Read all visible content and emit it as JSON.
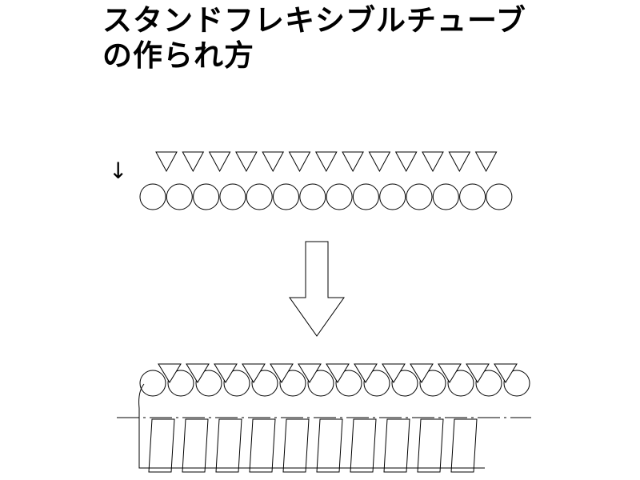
{
  "title": {
    "line1": "スタンドフレキシブルチューブ",
    "line2": "の作られ方"
  },
  "direction_glyph": "↓",
  "icons": {
    "small_arrow": "down-arrow-icon",
    "big_arrow": "block-down-arrow-icon"
  },
  "stroke_color": "#000000",
  "counts": {
    "triangles": 13,
    "circles": 14,
    "coil_turns": 10
  }
}
